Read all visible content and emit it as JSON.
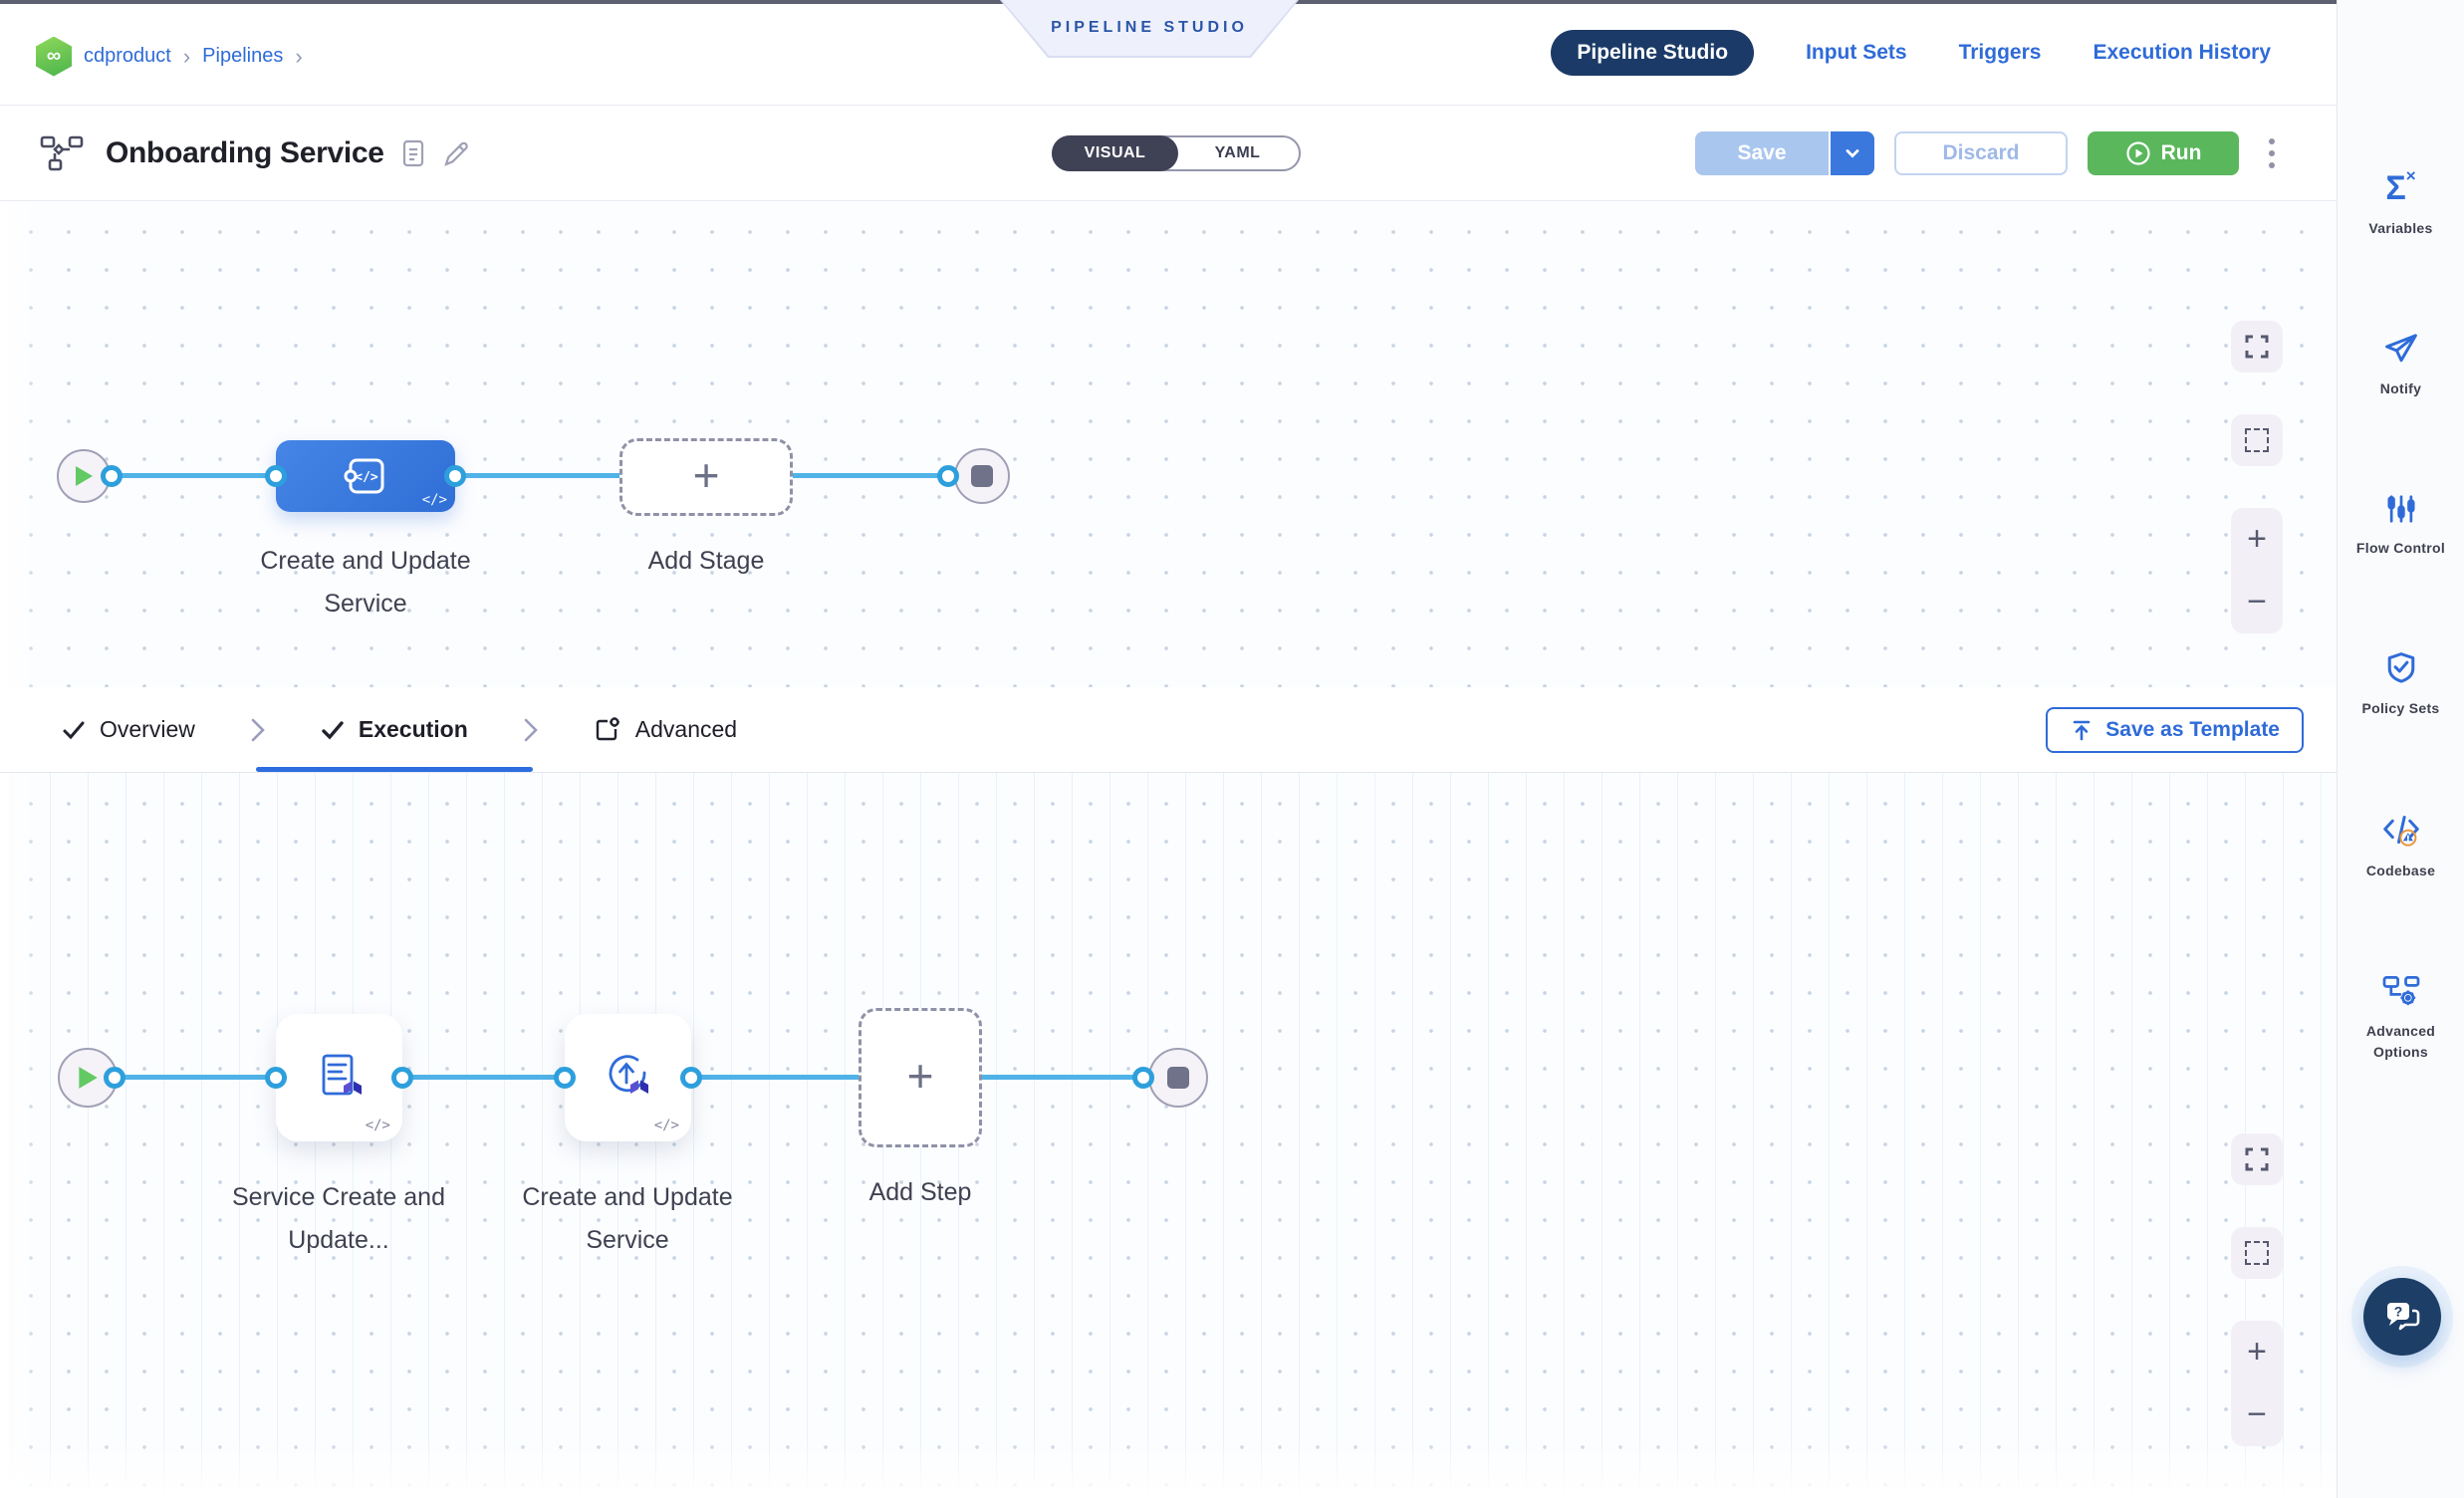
{
  "breadcrumb": {
    "project": "cdproduct",
    "section": "Pipelines",
    "separator": "›"
  },
  "ribbon": {
    "label": "PIPELINE STUDIO"
  },
  "top_tabs": {
    "items": [
      {
        "label": "Pipeline Studio",
        "active": true
      },
      {
        "label": "Input Sets",
        "active": false
      },
      {
        "label": "Triggers",
        "active": false
      },
      {
        "label": "Execution History",
        "active": false
      }
    ]
  },
  "toolbar": {
    "title": "Onboarding Service",
    "view_toggle": {
      "visual": "VISUAL",
      "yaml": "YAML",
      "selected": "VISUAL"
    },
    "save_label": "Save",
    "discard_label": "Discard",
    "run_label": "Run"
  },
  "stage_canvas": {
    "stage_label": "Create and Update Service",
    "add_stage_label": "Add Stage",
    "code_badge": "</>"
  },
  "tab_strip": {
    "overview": "Overview",
    "execution": "Execution",
    "advanced": "Advanced",
    "active_tab": "Execution",
    "save_as_template": "Save as Template"
  },
  "step_canvas": {
    "steps": [
      {
        "label": "Service Create and Update..."
      },
      {
        "label": "Create and Update Service"
      }
    ],
    "add_step_label": "Add Step",
    "code_badge": "</>"
  },
  "canvas_controls": {
    "zoom_in": "+",
    "zoom_out": "−"
  },
  "sidebar": {
    "items": [
      {
        "label": "Variables"
      },
      {
        "label": "Notify"
      },
      {
        "label": "Flow Control"
      },
      {
        "label": "Policy Sets"
      },
      {
        "label": "Codebase"
      },
      {
        "label": "Advanced Options"
      }
    ]
  },
  "colors": {
    "accent_blue": "#2f6bd8",
    "active_pill_navy": "#1b3a67",
    "stage_node_blue": "#3d7ce0",
    "connector_blue": "#50b3e8",
    "port_ring_blue": "#2d9fdc",
    "run_green": "#5ab75c",
    "save_disabled_blue": "#a9c6ef",
    "canvas_bg": "#fcfdff"
  }
}
